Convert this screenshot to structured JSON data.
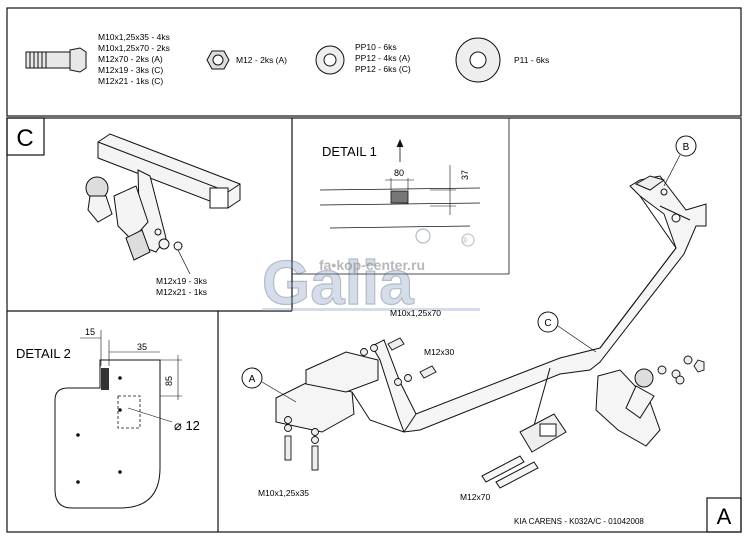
{
  "hardware": {
    "bolt_lines": [
      "M10x1,25x35 - 4ks",
      "M10x1,25x70 - 2ks",
      "M12x70 - 2ks (A)",
      "M12x19 - 3ks (C)",
      "M12x21 - 1ks (C)"
    ],
    "nut_label": "M12 - 2ks (A)",
    "washer_lines": [
      "PP10 - 6ks",
      "PP12 - 4ks (A)",
      "PP12 - 6ks (C)"
    ],
    "washer_large_label": "P11 - 6ks"
  },
  "panel_c": {
    "letter": "C",
    "bolt_labels": [
      "M12x19 - 3ks",
      "M12x21 - 1ks"
    ]
  },
  "detail1": {
    "title": "DETAIL 1",
    "dim_width": "80",
    "dim_height": "37"
  },
  "detail2": {
    "title": "DETAIL 2",
    "dim_15": "15",
    "dim_35": "35",
    "dim_85": "85",
    "hole_dia": "⌀ 12"
  },
  "watermark": {
    "logo_text": "Galia",
    "url": "fa•kop-center.ru"
  },
  "main": {
    "label_bolt_top": "M10x1,25x70",
    "label_bolt_mid": "M12x30",
    "label_bolt_bottom_left": "M10x1,25x35",
    "label_bolt_bottom_right": "M12x70",
    "callout_a": "A",
    "callout_b": "B",
    "callout_c": "C",
    "model_caption": "KIA CARENS - K032A/C - 01042008",
    "corner_letter": "A"
  }
}
